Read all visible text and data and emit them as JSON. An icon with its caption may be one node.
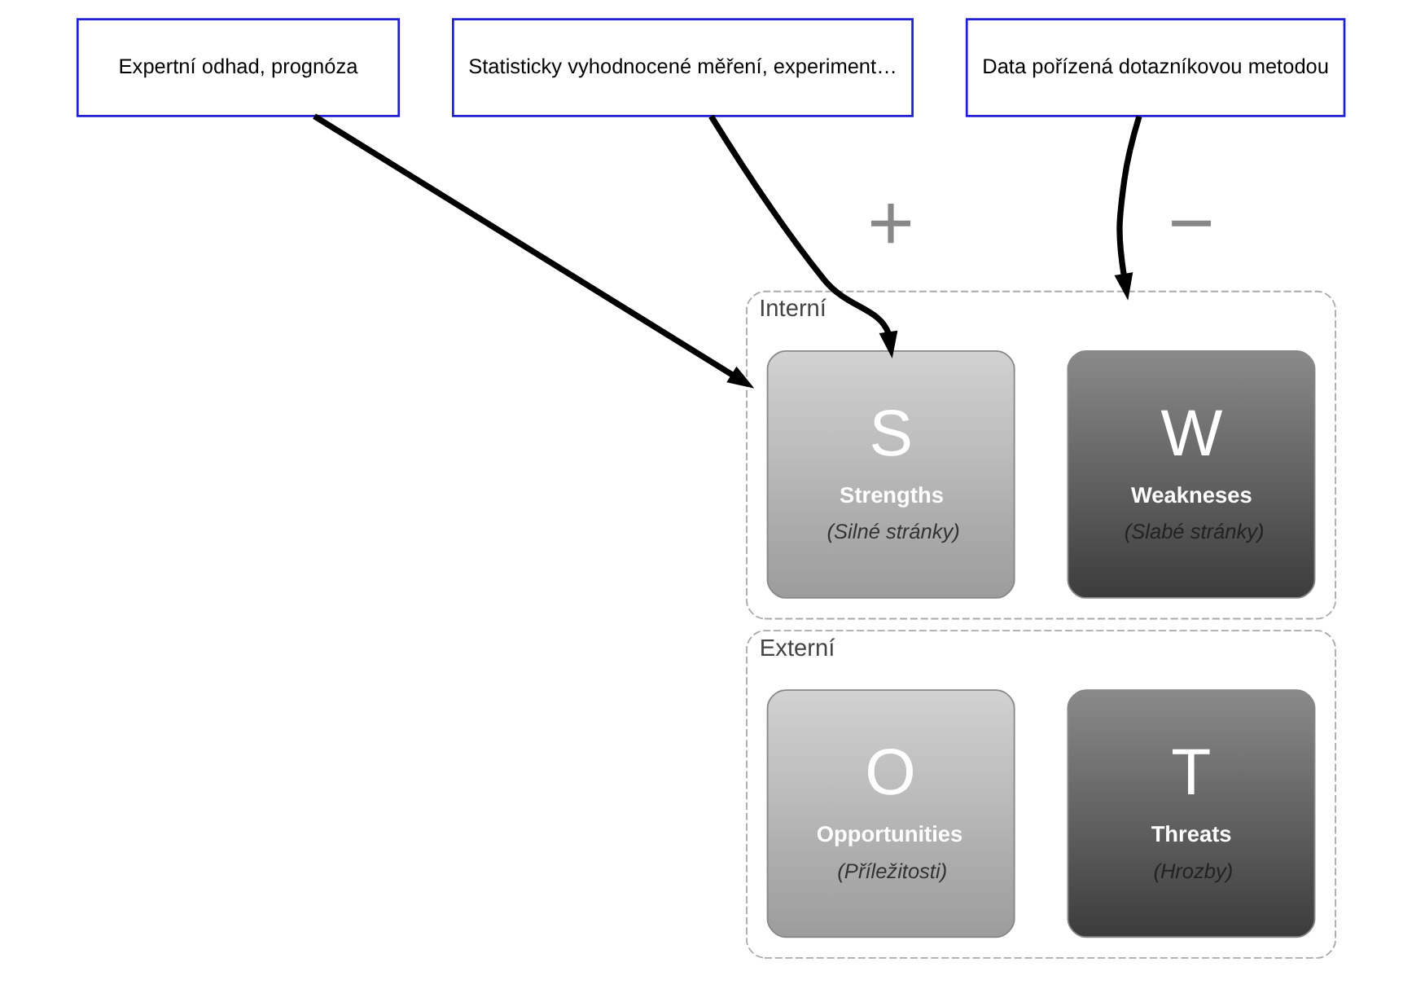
{
  "diagram": {
    "nodes": [
      {
        "text": [
          "Expertní odhad, prognóza"
        ]
      },
      {
        "text": [
          "Statisticky vyhodnocené měření, experiment…"
        ]
      },
      {
        "text": [
          "Data pořízená dotazníkovou metodou"
        ]
      },
      {
        "text": [
          "Interní"
        ]
      },
      {
        "text": [
          "S",
          "Strengths",
          "(Silné stránky)"
        ],
        "in": 3
      },
      {
        "text": [
          "W",
          "Weakneses",
          "(Slabé stránky)"
        ],
        "in": 3
      },
      {
        "text": [
          "Externí"
        ]
      },
      {
        "text": [
          "O",
          "Opportunities",
          "(Příležitosti)"
        ],
        "in": 6
      },
      {
        "text": [
          "T",
          "Threats",
          "(Hrozby)"
        ],
        "in": 6
      }
    ],
    "edges": [
      {
        "from": 0,
        "to": 3,
        "arrow": "to"
      },
      {
        "from": 1,
        "to": 4,
        "arrow": "to"
      },
      {
        "from": 2,
        "to": 3,
        "arrow": "to"
      }
    ],
    "labels": [
      "+",
      "−"
    ]
  }
}
